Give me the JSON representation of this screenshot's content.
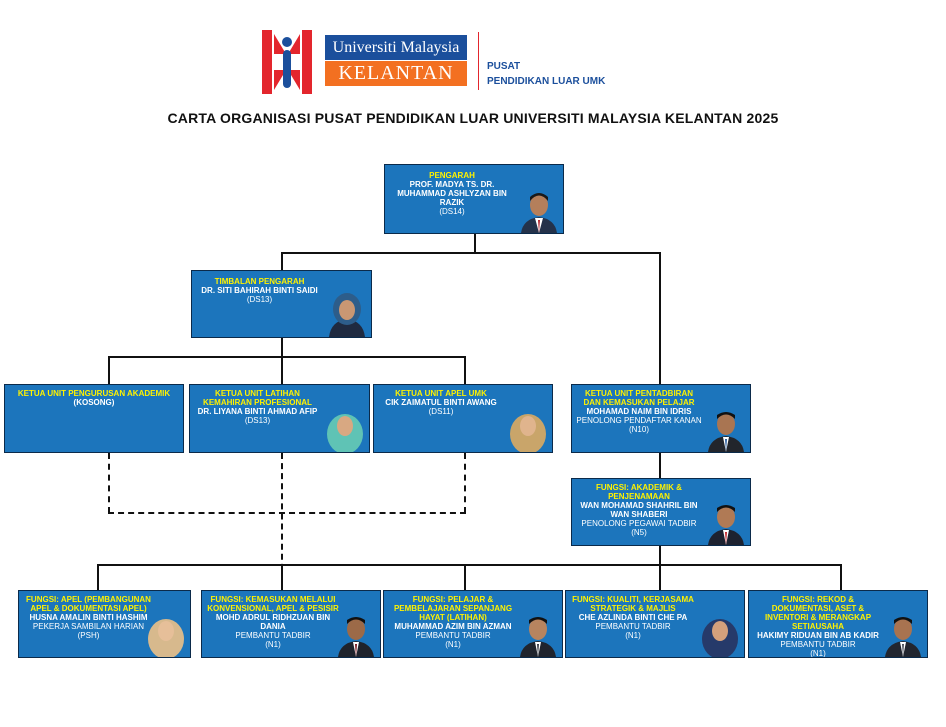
{
  "logo": {
    "line1": "Universiti Malaysia",
    "line2": "KELANTAN",
    "side1": "PUSAT",
    "side2": "PENDIDIKAN LUAR UMK"
  },
  "title": "CARTA ORGANISASI PUSAT PENDIDIKAN LUAR UNIVERSITI MALAYSIA KELANTAN 2025",
  "colors": {
    "box": "#1c75bc",
    "role": "#fff200",
    "lines": "#111111",
    "logo_red": "#e3262d",
    "logo_blue": "#1b4f9c",
    "logo_orange": "#f37021"
  },
  "boxes": {
    "pengarah": {
      "role": "PENGARAH",
      "name": "PROF. MADYA TS. DR. MUHAMMAD ASHLYZAN BIN RAZIK",
      "grade": "(DS14)"
    },
    "timbalan": {
      "role": "TIMBALAN PENGARAH",
      "name": "DR. SITI BAHIRAH BINTI SAIDI",
      "grade": "(DS13)"
    },
    "akademik": {
      "role": "KETUA UNIT PENGURUSAN AKADEMIK",
      "name": "(KOSONG)"
    },
    "latihan": {
      "role": "KETUA UNIT LATIHAN KEMAHIRAN PROFESIONAL",
      "name": "DR. LIYANA BINTI AHMAD AFIP",
      "grade": "(DS13)"
    },
    "apel": {
      "role": "KETUA UNIT APEL UMK",
      "name": "CIK ZAIMATUL BINTI AWANG",
      "grade": "(DS11)"
    },
    "pentadbiran": {
      "role": "KETUA UNIT PENTADBIRAN DAN KEMASUKAN PELAJAR",
      "name": "MOHAMAD NAIM BIN IDRIS",
      "position": "PENOLONG PENDAFTAR KANAN",
      "grade": "(N10)"
    },
    "fungsi_akademik": {
      "role": "FUNGSI: AKADEMIK & PENJENAMAAN",
      "name": "WAN MOHAMAD SHAHRIL BIN WAN SHABERI",
      "position": "PENOLONG PEGAWAI TADBIR",
      "grade": "(N5)"
    },
    "f1": {
      "role": "FUNGSI: APEL (PEMBANGUNAN APEL & DOKUMENTASI APEL)",
      "name": "HUSNA AMALIN BINTI HASHIM",
      "position": "PEKERJA SAMBILAN HARIAN",
      "grade": "(PSH)"
    },
    "f2": {
      "role": "FUNGSI: KEMASUKAN MELALUI KONVENSIONAL, APEL & PESISIR",
      "name": "MOHD ADRUL RIDHZUAN BIN DANIA",
      "position": "PEMBANTU TADBIR",
      "grade": "(N1)"
    },
    "f3": {
      "role": "FUNGSI: PELAJAR & PEMBELAJARAN SEPANJANG HAYAT (LATIHAN)",
      "name": "MUHAMMAD AZIM BIN AZMAN",
      "position": "PEMBANTU TADBIR",
      "grade": "(N1)"
    },
    "f4": {
      "role": "FUNGSI: KUALITI, KERJASAMA STRATEGIK & MAJLIS",
      "name": "CHE AZLINDA BINTI CHE PA",
      "position": "PEMBANTU TADBIR",
      "grade": "(N1)"
    },
    "f5": {
      "role": "FUNGSI: REKOD & DOKUMENTASI, ASET & INVENTORI & MERANGKAP SETIAUSAHA",
      "name": "HAKIMY RIDUAN BIN AB KADIR",
      "position": "PEMBANTU TADBIR",
      "grade": "(N1)"
    }
  }
}
